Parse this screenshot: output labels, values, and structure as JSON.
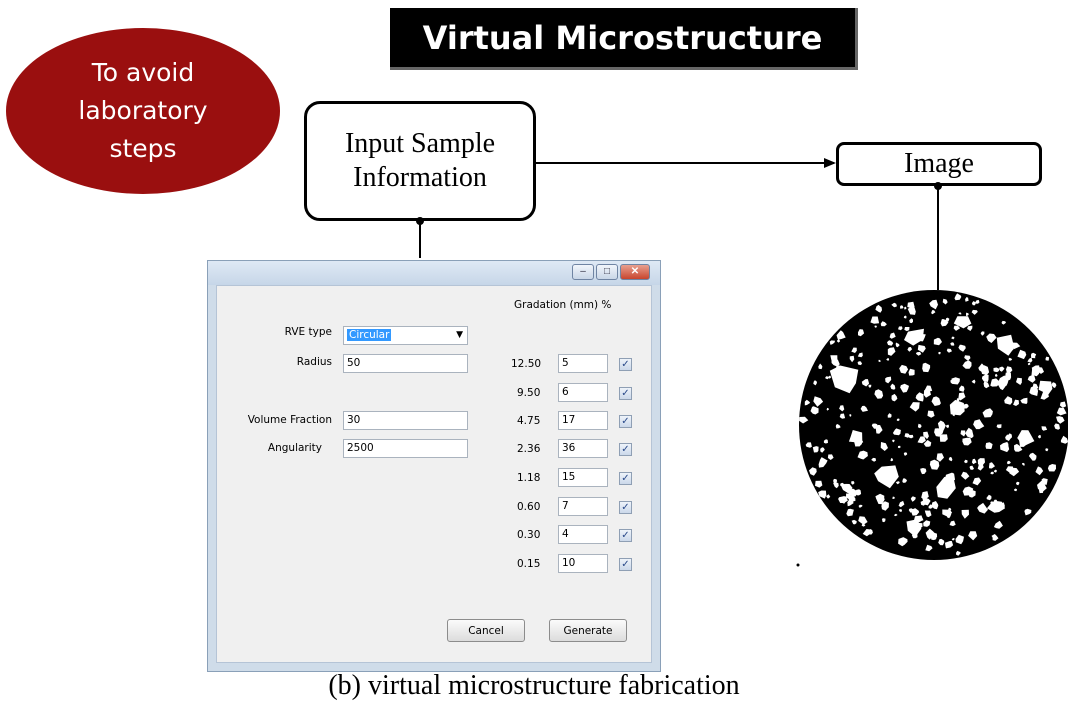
{
  "title": "Virtual Microstructure",
  "ellipse_lines": [
    "To avoid",
    "laboratory",
    "steps"
  ],
  "input_box_lines": [
    "Input Sample",
    "Information"
  ],
  "image_box": "Image",
  "dialog": {
    "gradation_header": "Gradation (mm) %",
    "rve_type_label": "RVE type",
    "rve_type_value": "Circular",
    "radius_label": "Radius",
    "radius_value": "50",
    "volume_fraction_label": "Volume Fraction",
    "volume_fraction_value": "30",
    "angularity_label": "Angularity",
    "angularity_value": "2500",
    "gradation_rows": [
      {
        "size": "12.50",
        "percent": "5"
      },
      {
        "size": "9.50",
        "percent": "6"
      },
      {
        "size": "4.75",
        "percent": "17"
      },
      {
        "size": "2.36",
        "percent": "36"
      },
      {
        "size": "1.18",
        "percent": "15"
      },
      {
        "size": "0.60",
        "percent": "7"
      },
      {
        "size": "0.30",
        "percent": "4"
      },
      {
        "size": "0.15",
        "percent": "10"
      }
    ],
    "cancel_label": "Cancel",
    "generate_label": "Generate"
  },
  "caption": "(b) virtual microstructure fabrication",
  "colors": {
    "ellipse": "#9a0f0f",
    "banner": "#000000"
  }
}
